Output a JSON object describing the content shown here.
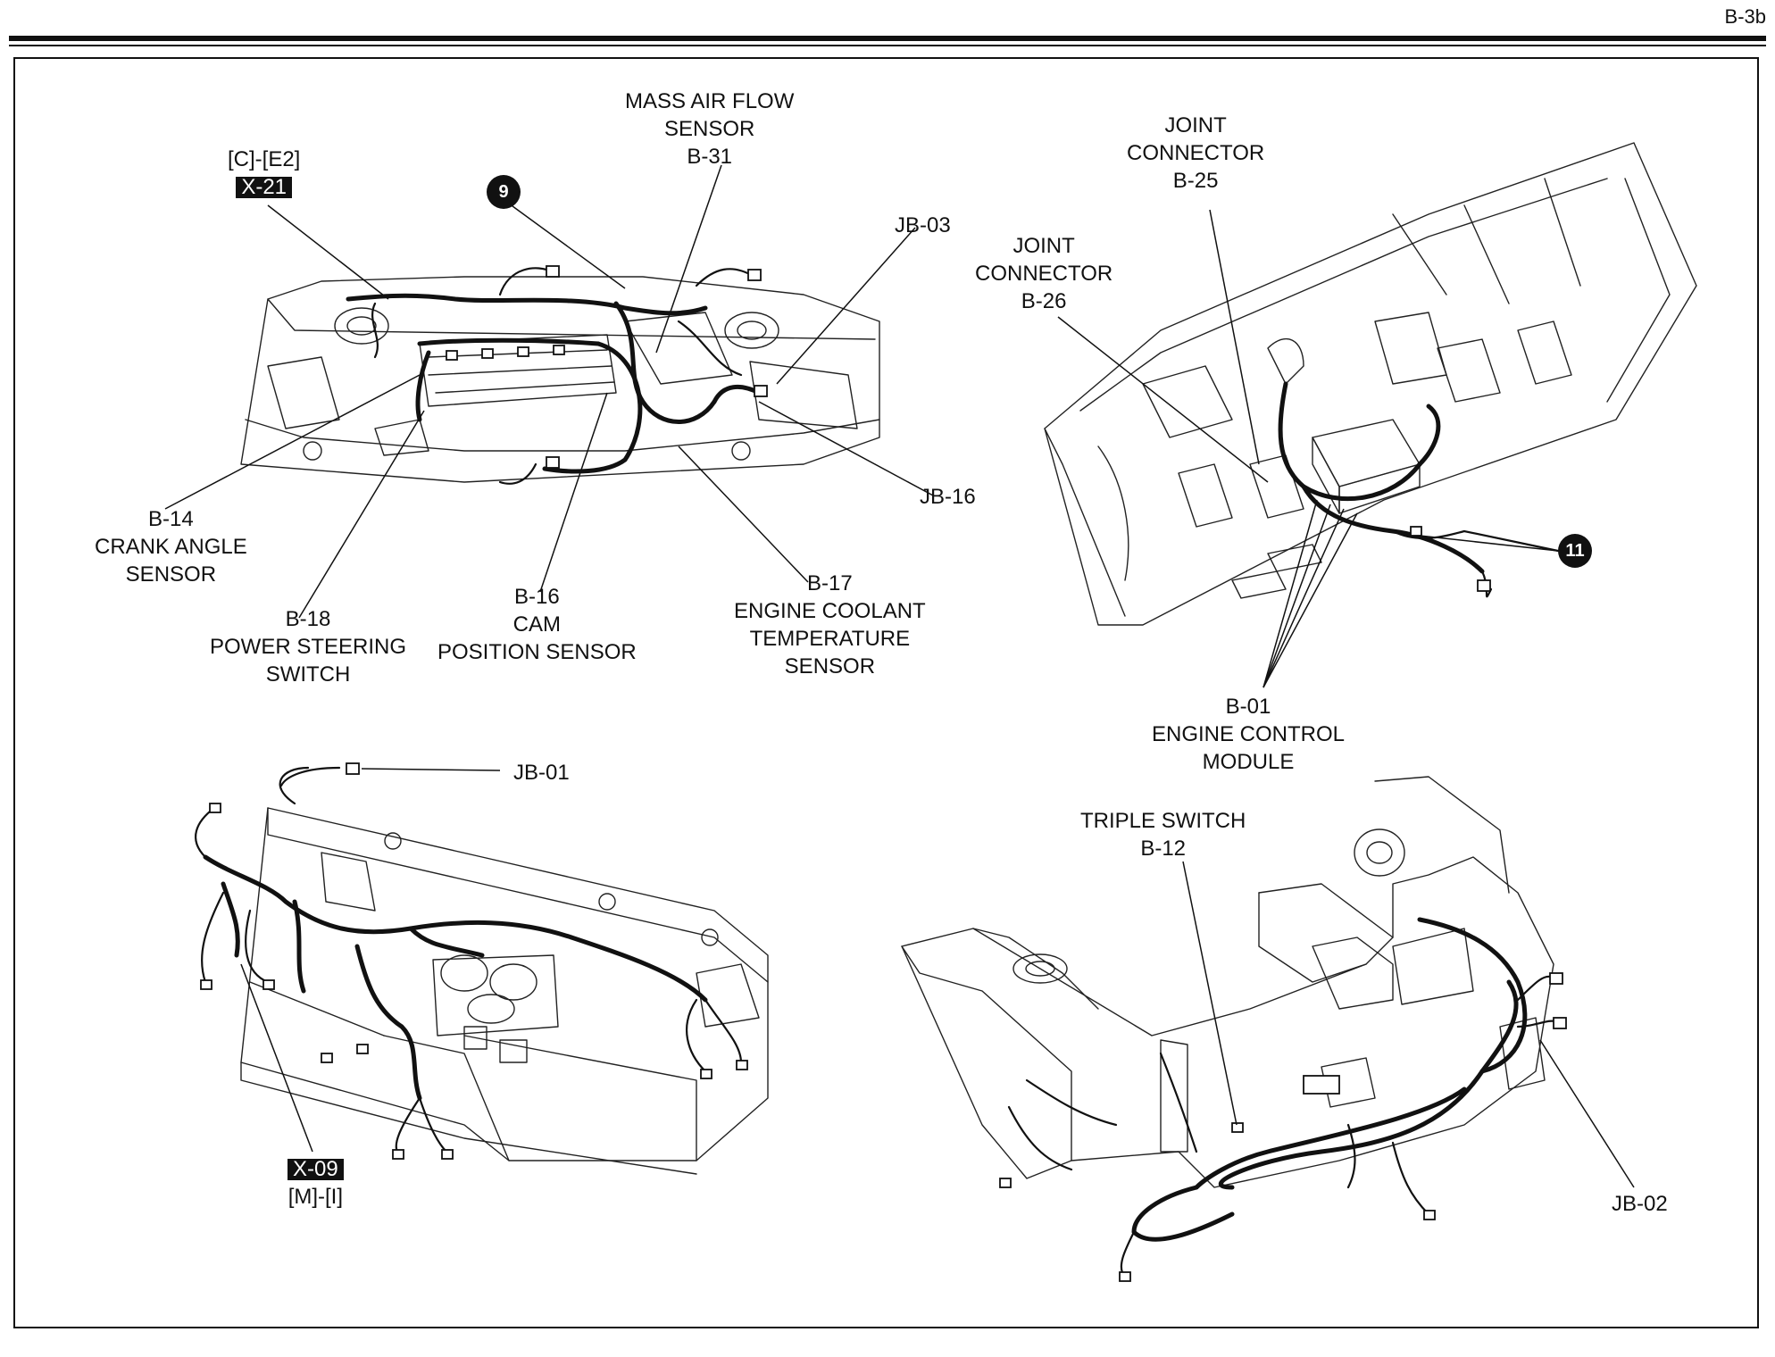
{
  "page_id": "B-3b",
  "engine_view": {
    "labels": {
      "maf": [
        "MASS AIR FLOW",
        "SENSOR",
        "B-31"
      ],
      "x21_ref": "[C]-[E2]",
      "x21_tag": "X-21",
      "jb03": "JB-03",
      "jb16": "JB-16",
      "b14": [
        "B-14",
        "CRANK ANGLE",
        "SENSOR"
      ],
      "b18": [
        "B-18",
        "POWER STEERING",
        "SWITCH"
      ],
      "b16": [
        "B-16",
        "CAM",
        "POSITION SENSOR"
      ],
      "b17": [
        "B-17",
        "ENGINE COOLANT",
        "TEMPERATURE",
        "SENSOR"
      ]
    },
    "marker": "9"
  },
  "floor_view": {
    "labels": {
      "b25": [
        "JOINT",
        "CONNECTOR",
        "B-25"
      ],
      "b26": [
        "JOINT",
        "CONNECTOR",
        "B-26"
      ],
      "b01": [
        "B-01",
        "ENGINE CONTROL",
        "MODULE"
      ]
    },
    "marker": "11"
  },
  "dash_view": {
    "labels": {
      "jb01": "JB-01",
      "x09_tag": "X-09",
      "x09_ref": "[M]-[I]"
    }
  },
  "front_view": {
    "labels": {
      "b12": [
        "TRIPLE SWITCH",
        "B-12"
      ],
      "jb02": "JB-02"
    }
  }
}
